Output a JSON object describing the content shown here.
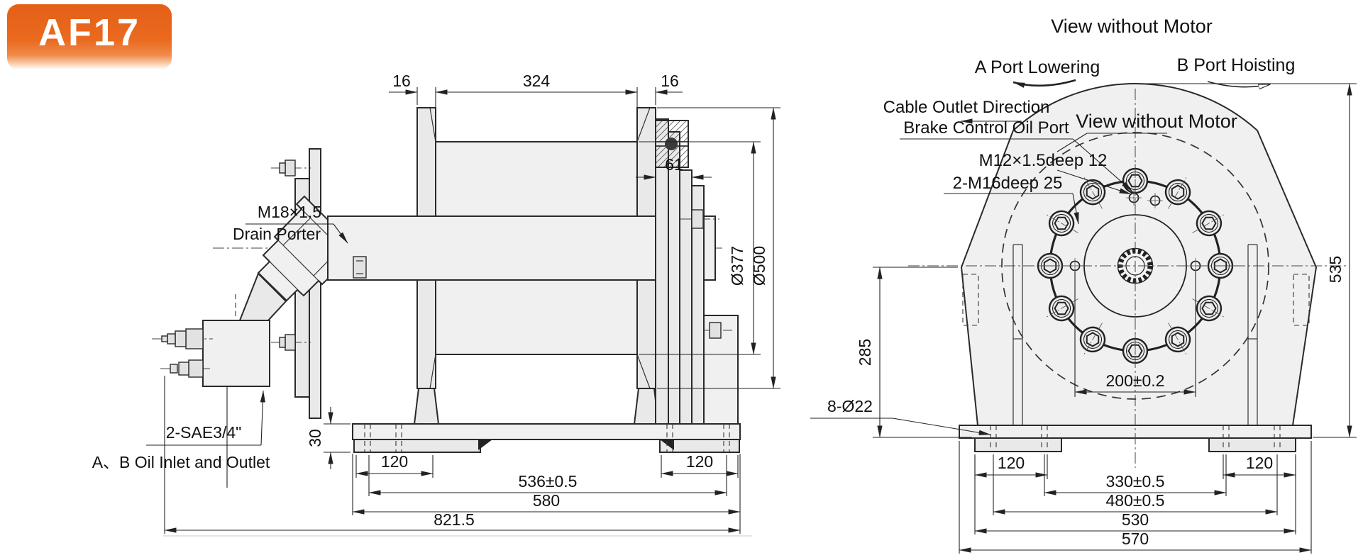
{
  "badge": {
    "model": "AF17",
    "accent_color": "#e8661d"
  },
  "side_view": {
    "dims": {
      "flange_left": "16",
      "barrel_length": "324",
      "flange_right": "16",
      "cover_offset": "61",
      "drum_diameter": "Ø377",
      "flange_diameter": "Ø500",
      "foot_height": "30",
      "foot_left": "120",
      "foot_right": "120",
      "hole_span": "536±0.5",
      "base_length": "580",
      "overall_length": "821.5"
    },
    "labels": {
      "drain_line1": "M18×1.5",
      "drain_line2": "Drain Porter",
      "oil_line1": "2-SAE3/4\"",
      "oil_line2": "A、B Oil Inlet and Outlet"
    }
  },
  "end_view": {
    "title": "View without Motor",
    "labels": {
      "a_port": "A Port Lowering",
      "b_port": "B Port Hoisting",
      "cable_outlet": "Cable Outlet Direction",
      "brake_port": "Brake Control Oil Port",
      "view_note": "View without Motor",
      "m12_port": "M12×1.5deep 12",
      "m16_holes": "2-M16deep 25",
      "foot_holes": "8-Ø22"
    },
    "dims": {
      "center_height": "285",
      "overall_height": "535",
      "bolt_circle": "200±0.2",
      "foot_left": "120",
      "foot_right": "120",
      "inner_span": "330±0.5",
      "outer_span": "480±0.5",
      "base_width": "530",
      "overall_width": "570"
    }
  }
}
